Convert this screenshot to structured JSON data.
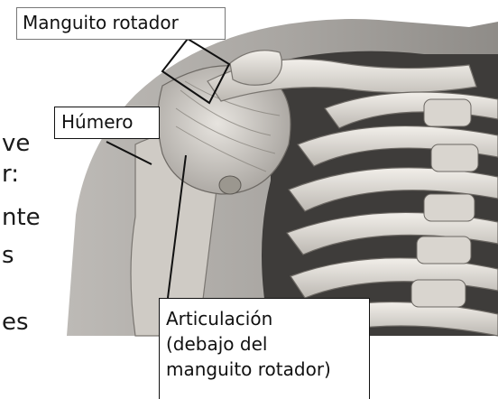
{
  "labels": {
    "rotator_cuff": "Manguito rotador",
    "humerus": "Húmero",
    "joint_line1": "Articulación",
    "joint_line2": "(debajo del",
    "joint_line3": "manguito rotador)"
  },
  "background_text": {
    "line1": "ve",
    "line2": "r:",
    "line3": "nte",
    "line4": "s",
    "line5": "es"
  },
  "colors": {
    "background": "#ffffff",
    "label_border": "#111111",
    "bone": "#e4e0da",
    "shadow": "#3a3836"
  }
}
